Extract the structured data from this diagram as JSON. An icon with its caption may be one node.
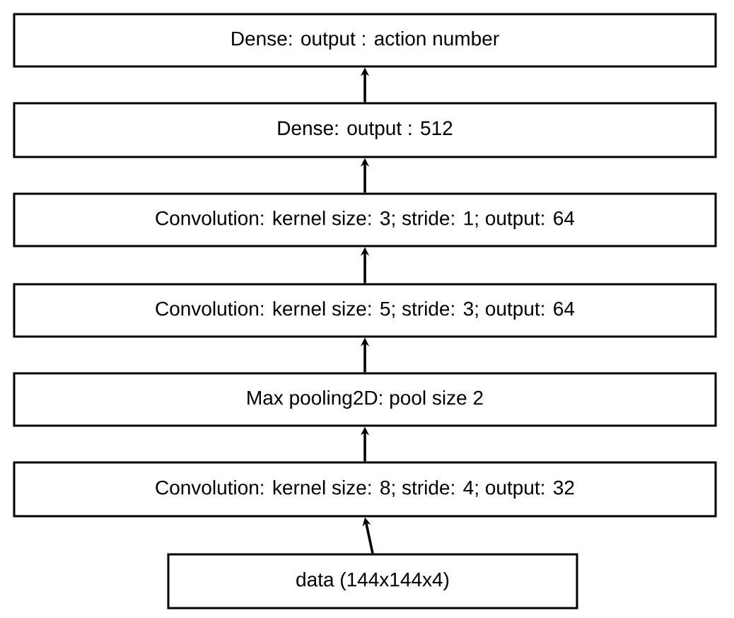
{
  "diagram": {
    "nodes": [
      {
        "text": [
          "Dense: output : action number"
        ]
      },
      {
        "text": [
          "Dense: output : 512"
        ]
      },
      {
        "text": [
          "Convolution: kernel size: 3; stride: 1; output: 64"
        ]
      },
      {
        "text": [
          "Convolution: kernel size: 5; stride: 3; output: 64"
        ]
      },
      {
        "text": [
          "Max pooling2D: pool size 2"
        ]
      },
      {
        "text": [
          "Convolution: kernel size: 8; stride: 4; output: 32"
        ]
      },
      {
        "text": [
          "data (144x144x4)"
        ]
      }
    ],
    "edges": [
      {
        "from": 6,
        "to": 5,
        "arrow": "to"
      },
      {
        "from": 5,
        "to": 4,
        "arrow": "to"
      },
      {
        "from": 4,
        "to": 3,
        "arrow": "to"
      },
      {
        "from": 3,
        "to": 2,
        "arrow": "to"
      },
      {
        "from": 2,
        "to": 1,
        "arrow": "to"
      },
      {
        "from": 1,
        "to": 0,
        "arrow": "to"
      }
    ]
  }
}
